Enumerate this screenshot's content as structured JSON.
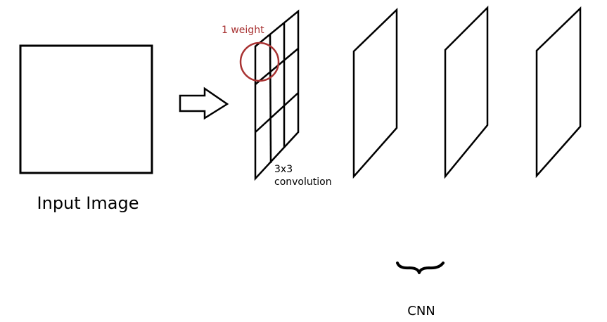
{
  "labels": {
    "input_image": "Input Image",
    "weight": "1 weight",
    "conv_line1": "3x3",
    "conv_line2": "convolution",
    "cnn": "CNN"
  },
  "colors": {
    "stroke": "#000000",
    "annotation": "#a83232",
    "background": "#ffffff"
  }
}
